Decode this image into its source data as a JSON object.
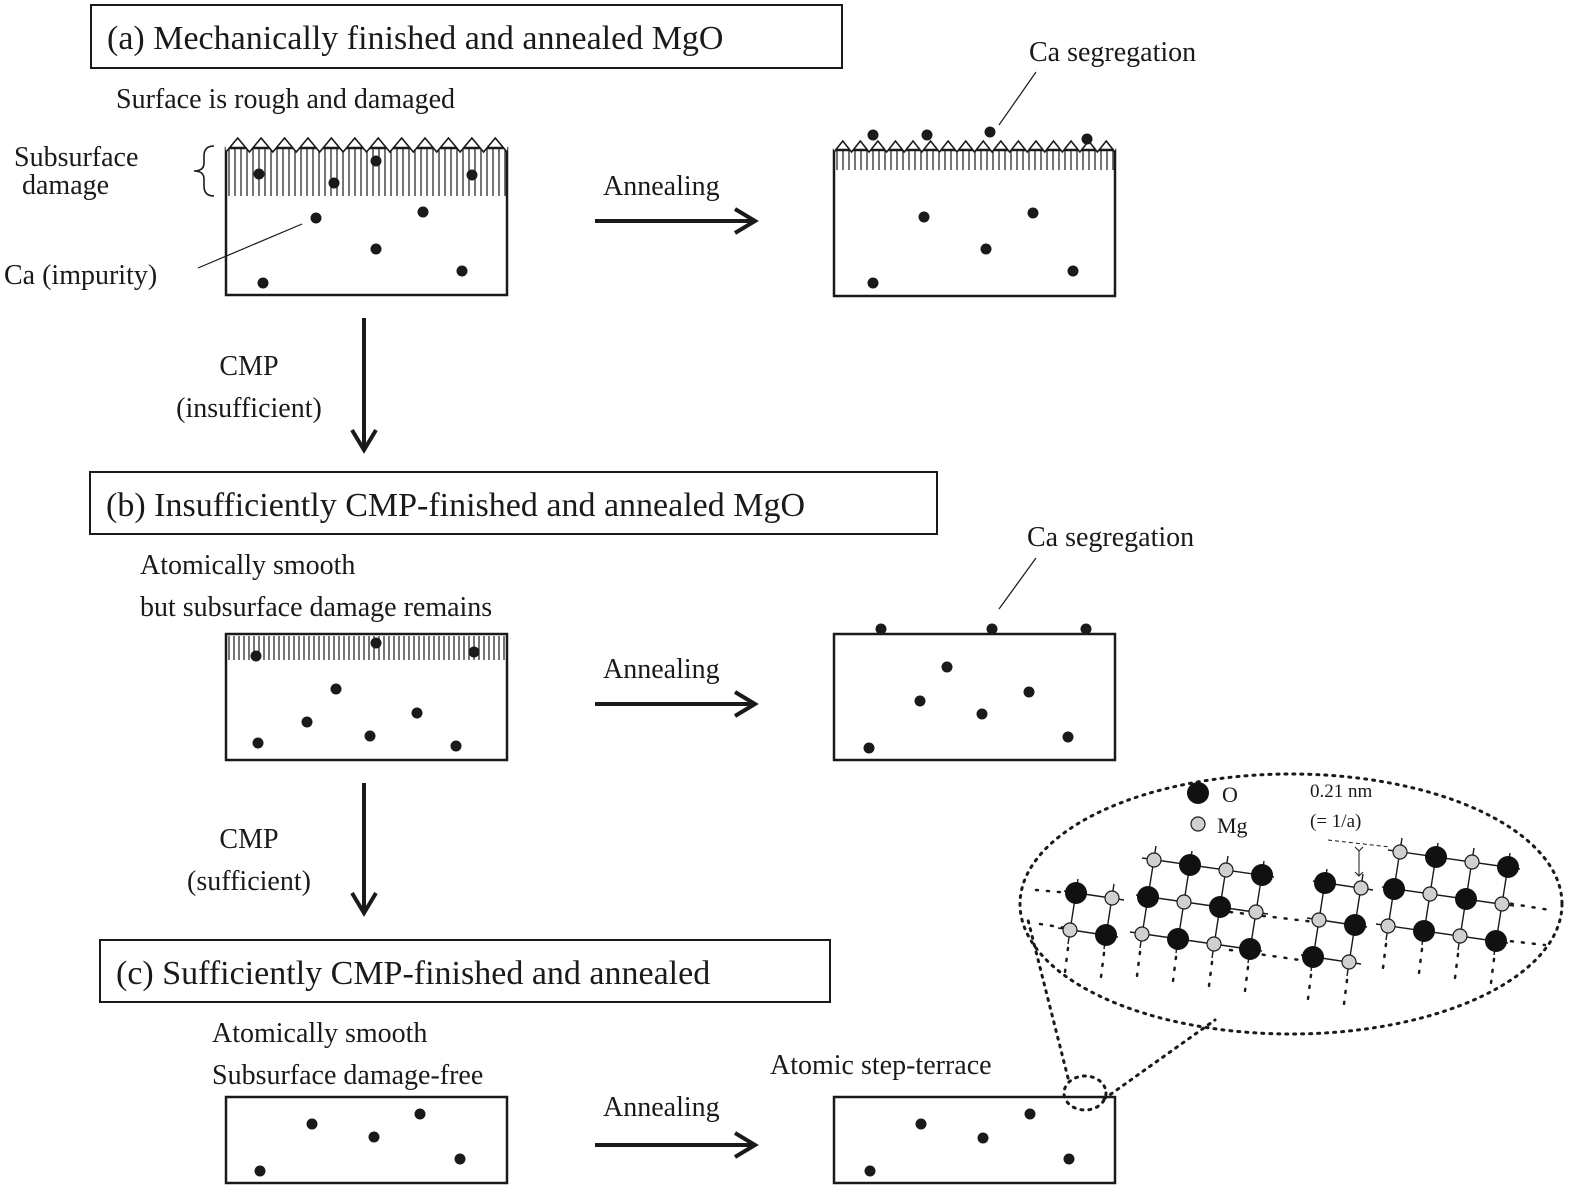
{
  "panels": {
    "a": {
      "title": "(a) Mechanically finished and annealed MgO",
      "surface_note": "Surface is rough and damaged",
      "subsurface_label_1": "Subsurface",
      "subsurface_label_2": "damage",
      "impurity_label": "Ca (impurity)",
      "annealing_label": "Annealing",
      "segregation_label": "Ca segregation"
    },
    "b": {
      "title": "(b) Insufficiently CMP-finished and annealed MgO",
      "note_line_1": "Atomically smooth",
      "note_line_2": "but subsurface damage remains",
      "annealing_label": "Annealing",
      "segregation_label": "Ca segregation"
    },
    "c": {
      "title": "(c) Sufficiently CMP-finished and annealed",
      "note_line_1": "Atomically smooth",
      "note_line_2": "Subsurface damage-free",
      "annealing_label": "Annealing",
      "step_label": "Atomic step-terrace"
    }
  },
  "transitions": {
    "cmp_1_line_1": "CMP",
    "cmp_1_line_2": "(insufficient)",
    "cmp_2_line_1": "CMP",
    "cmp_2_line_2": "(sufficient)"
  },
  "inset": {
    "legend_o": "O",
    "legend_mg": "Mg",
    "spacing_value": "0.21 nm",
    "spacing_note": "(= 1/a)",
    "o_color": "#111111",
    "mg_color": "#d0d0d0"
  }
}
